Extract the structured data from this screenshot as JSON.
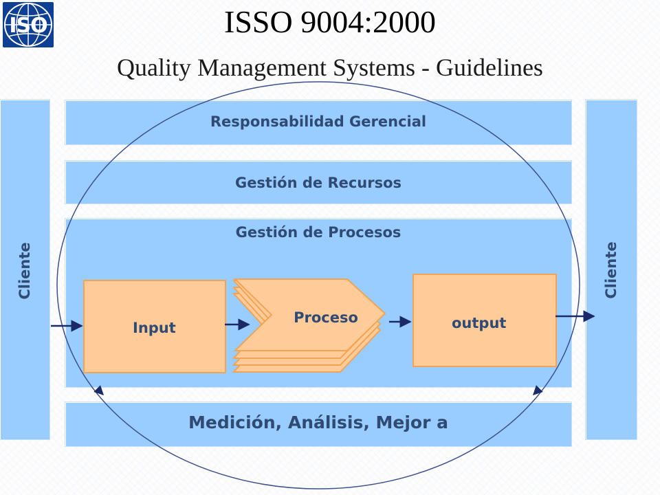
{
  "header": {
    "logo_text": "ISO",
    "title": "ISSO 9004:2000",
    "subtitle": "Quality Management Systems - Guidelines"
  },
  "diagram": {
    "left_side_label": "Cliente",
    "right_side_label": "Cliente",
    "bar_management": "Responsabilidad Gerencial",
    "bar_resources": "Gestión de Recursos",
    "process_area_title": "Gestión de Procesos",
    "bar_measurement": "Medición, Análisis, Mejor a",
    "input_label": "Input",
    "process_label": "Proceso",
    "output_label": "output"
  },
  "colors": {
    "panel_blue": "#99ccff",
    "box_orange": "#ffcc99",
    "box_border": "#f2a455",
    "label_text": "#2f4a73",
    "arrow_navy": "#1b2a66",
    "logo_blue": "#0f3f92"
  }
}
